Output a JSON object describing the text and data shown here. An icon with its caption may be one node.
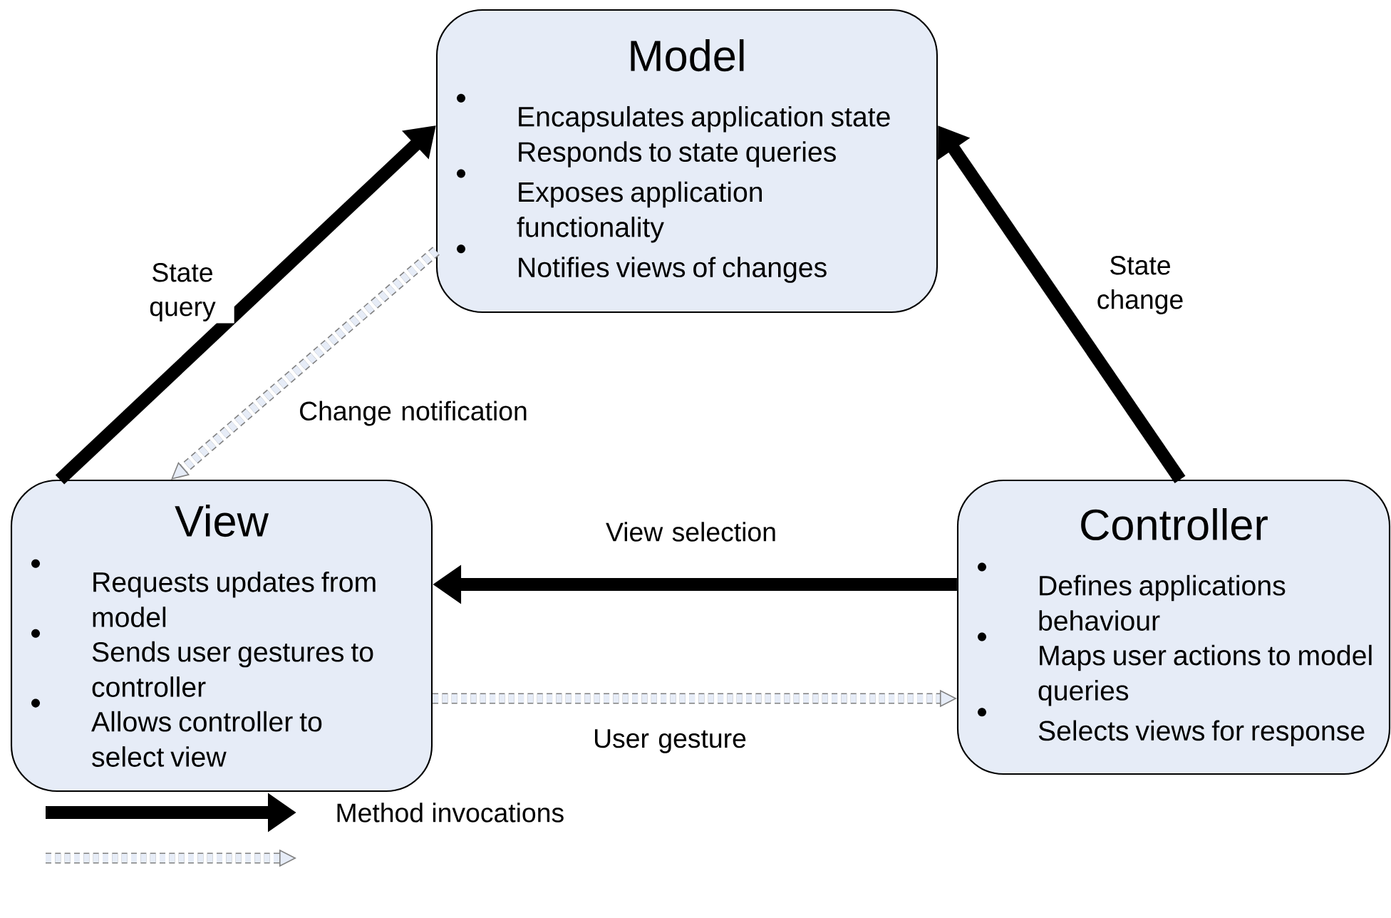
{
  "diagram": {
    "nodes": [
      {
        "text": [
          "Model",
          "Encapsulates application state Responds to state queries",
          "Exposes application functionality",
          "Notifies views of changes"
        ]
      },
      {
        "text": [
          "View",
          "Requests updates from model",
          "Sends user gestures to controller",
          "Allows controller to select view"
        ]
      },
      {
        "text": [
          "Controller",
          "Defines applications behaviour",
          "Maps user actions to model queries",
          "Selects views for response"
        ]
      }
    ],
    "edges": [
      {
        "from": 1,
        "to": 0,
        "arrow": "to",
        "label": "State query"
      },
      {
        "from": 0,
        "to": 1,
        "arrow": "to",
        "label": "Change notification",
        "style": "dashed",
        "color": "#808080"
      },
      {
        "from": 2,
        "to": 0,
        "arrow": "to",
        "label": "State change"
      },
      {
        "from": 2,
        "to": 1,
        "arrow": "to",
        "label": "View selection"
      },
      {
        "from": 1,
        "to": 2,
        "arrow": "to",
        "label": "User gesture",
        "style": "dashed",
        "color": "#808080"
      }
    ],
    "legend": [
      {
        "text": "Method invocations"
      }
    ]
  }
}
